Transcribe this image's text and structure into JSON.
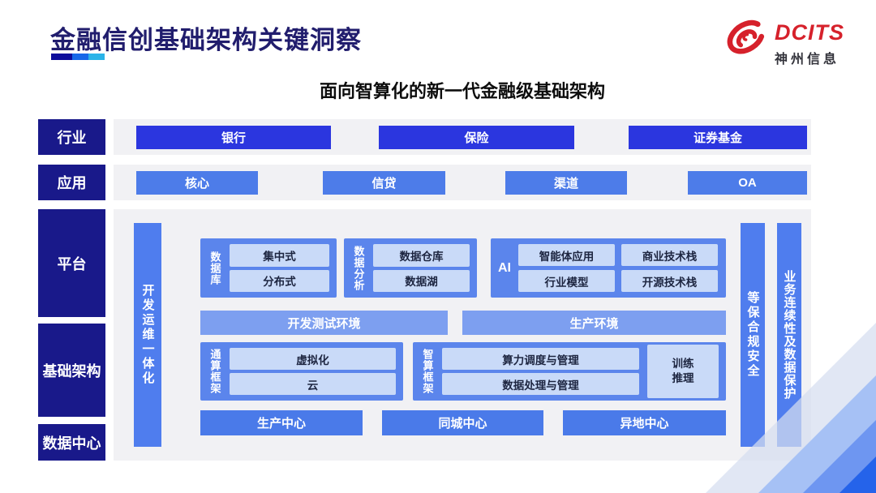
{
  "header": {
    "title": "金融信创基础架构关键洞察",
    "logo": {
      "brand": "DCITS",
      "company": "神州信息"
    }
  },
  "diagram": {
    "subtitle": "面向智算化的新一代金融级基础架构",
    "rail": {
      "industry": "行业",
      "application": "应用",
      "platform": "平台",
      "infrastructure": "基础架构",
      "datacenter": "数据中心"
    },
    "industry_row": [
      "银行",
      "保险",
      "证券基金"
    ],
    "application_row": [
      "核心",
      "信贷",
      "渠道",
      "OA"
    ],
    "devops_bar": "开发运维一体化",
    "database_group": {
      "label": "数据库",
      "items": [
        "集中式",
        "分布式"
      ]
    },
    "analysis_group": {
      "label": "数据分析",
      "items": [
        "数据仓库",
        "数据湖"
      ]
    },
    "ai_group": {
      "label": "AI",
      "items": [
        "智能体应用",
        "商业技术栈",
        "行业模型",
        "开源技术栈"
      ]
    },
    "env_row": [
      "开发测试环境",
      "生产环境"
    ],
    "general_group": {
      "label": "通算框架",
      "items": [
        "虚拟化",
        "云"
      ]
    },
    "intelligent_group": {
      "label": "智算框架",
      "items": [
        "算力调度与管理",
        "数据处理与管理"
      ],
      "side": "训练\n推理"
    },
    "centers_row": [
      "生产中心",
      "同城中心",
      "异地中心"
    ],
    "security_bar": "等保合规安全",
    "continuity_bar": "业务连续性及数据保护"
  },
  "colors": {
    "title_navy": "#211D6D",
    "rail_navy": "#19198A",
    "industry_blue": "#2B36DF",
    "mid_blue": "#4D7CE9",
    "group_blue": "#5B85EC",
    "env_blue": "#7D9FF0",
    "inner_light_blue": "#C9DAF8",
    "panel_gray": "#F1F1F4",
    "brand_red": "#D6212B",
    "underline_segments": [
      "#0D0D9B",
      "#1668E8",
      "#2AB3E8"
    ]
  }
}
